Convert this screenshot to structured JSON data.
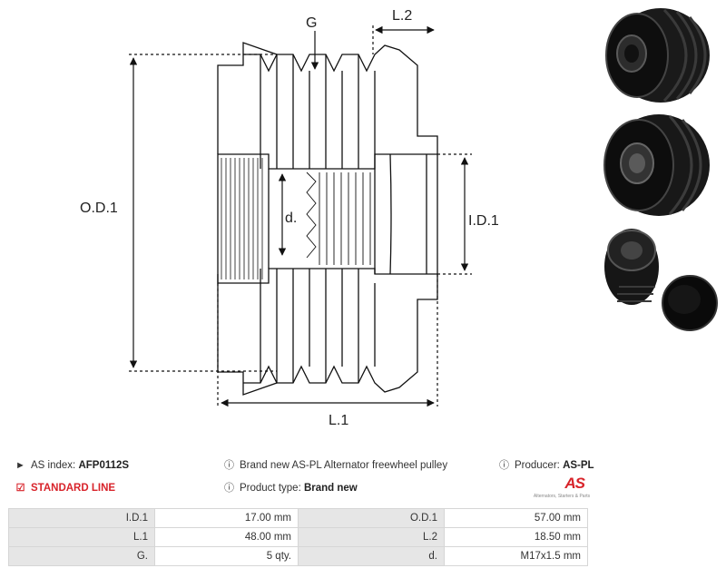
{
  "drawing": {
    "labels": {
      "g": "G",
      "l2": "L.2",
      "od1": "O.D.1",
      "d": "d.",
      "id1": "I.D.1",
      "l1": "L.1"
    }
  },
  "photos": [
    {
      "name": "pulley-front-view-photo"
    },
    {
      "name": "pulley-angled-view-photo"
    },
    {
      "name": "pulley-with-cap-photo"
    }
  ],
  "info": {
    "as_index_label": "AS index:",
    "as_index_value": "AFP0112S",
    "line_label": "STANDARD LINE",
    "description": "Brand new AS-PL Alternator freewheel pulley",
    "product_type_label": "Product type:",
    "product_type_value": "Brand new",
    "producer_label": "Producer:",
    "producer_value": "AS-PL",
    "logo_mark": "AS",
    "logo_caption": "Alternators, Starters & Parts"
  },
  "specs": [
    {
      "k1": "I.D.1",
      "v1": "17.00 mm",
      "k2": "O.D.1",
      "v2": "57.00 mm"
    },
    {
      "k1": "L.1",
      "v1": "48.00 mm",
      "k2": "L.2",
      "v2": "18.50 mm"
    },
    {
      "k1": "G.",
      "v1": "5 qty.",
      "k2": "d.",
      "v2": "M17x1.5 mm"
    }
  ],
  "colors": {
    "accent": "#d8232a",
    "table_key_bg": "#e6e6e6",
    "line": "#111111"
  }
}
